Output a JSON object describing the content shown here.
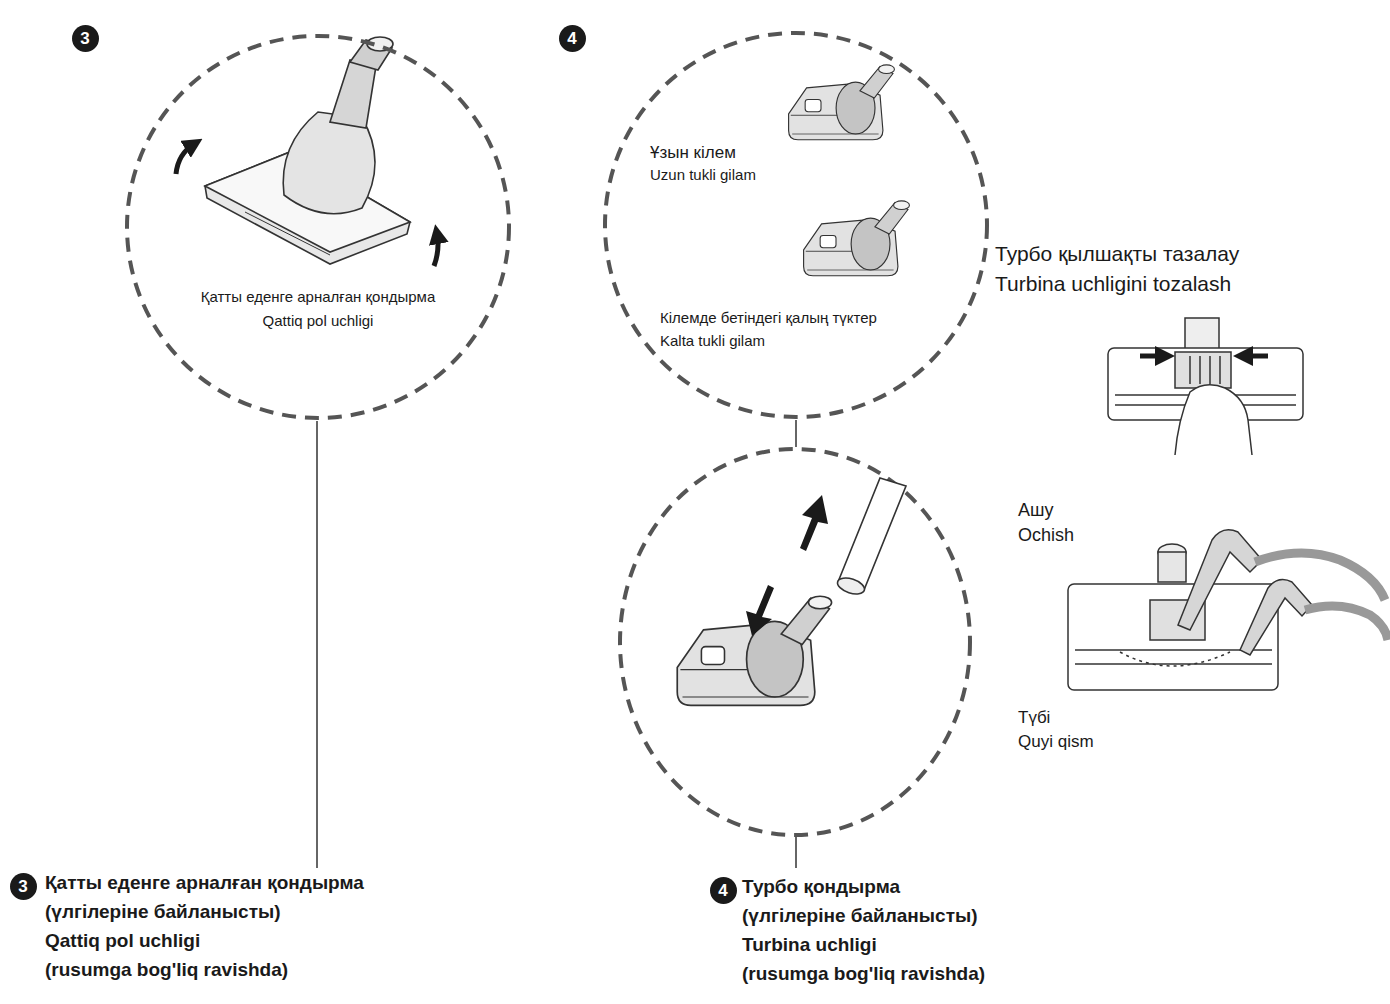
{
  "diagram": {
    "nodes": [
      {
        "text": [
          "Қатты еденге арналған қондырма",
          "Qattiq pol uchligi"
        ]
      },
      {
        "text": [
          "Ұзын кілем",
          "Uzun tukli gilam",
          "Кілемде бетіндегі қалың түктер",
          "Kalta tukli gilam"
        ]
      }
    ],
    "labels": [
      "3",
      "4",
      "Турбо қылшақты тазалау",
      "Turbina uchligini tozalash",
      "Ашу",
      "Ochish",
      "Түбі",
      "Quyi qism",
      "3",
      "Қатты еденге арналған қондырма",
      "(үлгілеріне байланысты)",
      "Qattiq pol uchligi",
      "(rusumga bog'liq ravishda)",
      "4",
      "Турбо қондырма",
      "(үлгілеріне байланысты)",
      "Turbina uchligi",
      "(rusumga bog'liq ravishda)"
    ]
  }
}
